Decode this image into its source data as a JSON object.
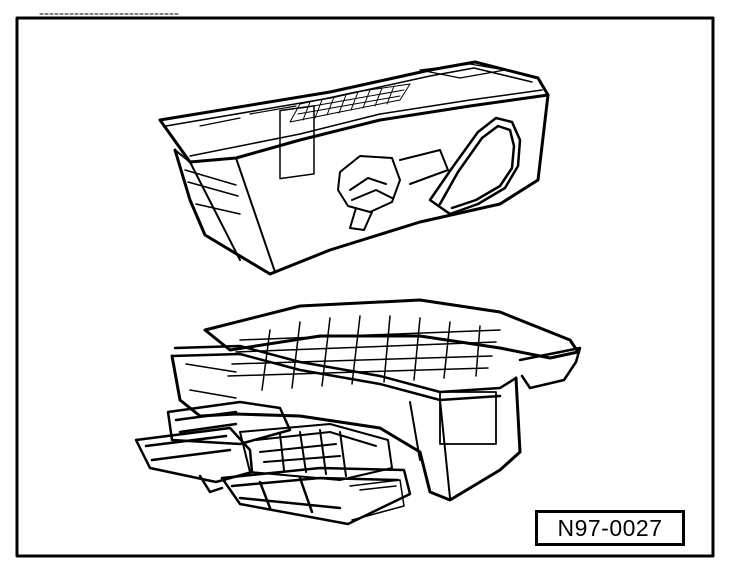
{
  "figure": {
    "reference_code": "N97-0027",
    "line_color": "#000000",
    "background_color": "#ffffff",
    "items": [
      "closed-case",
      "open-case-with-drawers"
    ]
  }
}
